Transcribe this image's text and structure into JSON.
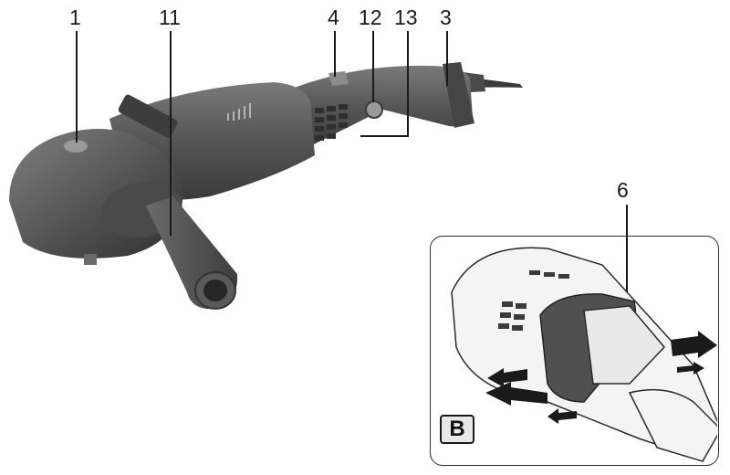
{
  "figure": {
    "callouts": [
      {
        "key": "c1",
        "text": "1"
      },
      {
        "key": "c11",
        "text": "11"
      },
      {
        "key": "c4",
        "text": "4"
      },
      {
        "key": "c12",
        "text": "12"
      },
      {
        "key": "c13",
        "text": "13"
      },
      {
        "key": "c3",
        "text": "3"
      },
      {
        "key": "c6",
        "text": "6"
      }
    ],
    "detail": {
      "badge": "B"
    },
    "colors": {
      "tool_body": "#5a5a5a",
      "tool_dark": "#3c3c3c",
      "tool_light": "#8a8a8a",
      "sleeve": "#4a4a4a",
      "inset_body": "#f2f2f2",
      "outline": "#2a2a2a",
      "arrow": "#1a1a1a"
    }
  }
}
